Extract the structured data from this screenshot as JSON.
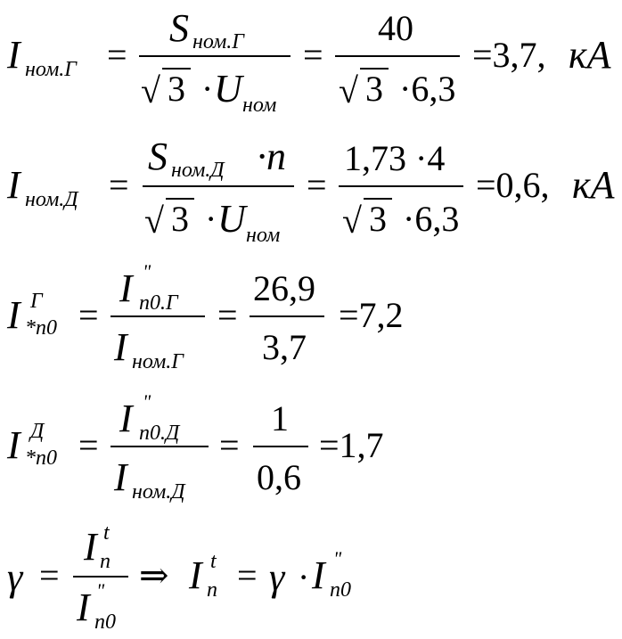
{
  "eq1": {
    "lhs_I": "I",
    "lhs_sub": "ном.Г",
    "eq1": "=",
    "num_S": "S",
    "num_S_sub": "ном.Г",
    "den_sqrt3": "3",
    "den_dot": "·",
    "den_U": "U",
    "den_U_sub": "ном",
    "eq2": "=",
    "num2": "40",
    "den2_sqrt3": "3",
    "den2_rest": "·6,3",
    "result": "=3,7,",
    "unit": "кА"
  },
  "eq2": {
    "lhs_I": "I",
    "lhs_sub": "ном.Д",
    "eq1": "=",
    "num_S": "S",
    "num_S_sub": "ном.Д",
    "num_rest": "·n",
    "den_sqrt3": "3",
    "den_dot": "·",
    "den_U": "U",
    "den_U_sub": "ном",
    "eq2": "=",
    "num2": "1,73 ·4",
    "den2_sqrt3": "3",
    "den2_rest": "·6,3",
    "result": "=0,6,",
    "unit": "кА"
  },
  "eq3": {
    "lhs_I": "I",
    "lhs_sup": "Г",
    "lhs_sub": "*п0",
    "eq1": "=",
    "num_I": "I",
    "num_sup": "\"",
    "num_sub": "п0.Г",
    "den_I": "I",
    "den_sub": "ном.Г",
    "eq2": "=",
    "num2": "26,9",
    "den2": "3,7",
    "result": "=7,2"
  },
  "eq4": {
    "lhs_I": "I",
    "lhs_sup": "Д",
    "lhs_sub": "*п0",
    "eq1": "=",
    "num_I": "I",
    "num_sup": "\"",
    "num_sub": "п0.Д",
    "den_I": "I",
    "den_sub": "ном.Д",
    "eq2": "=",
    "num2": "1",
    "den2": "0,6",
    "result": "=1,7"
  },
  "eq5": {
    "gamma": "γ",
    "eq1": "=",
    "num_I": "I",
    "num_sup": "t",
    "num_sub": "п",
    "den_I": "I",
    "den_sup": "\"",
    "den_sub": "п0",
    "arrow": "⇒",
    "rhs_I": "I",
    "rhs_sup": "t",
    "rhs_sub": "п",
    "eq2": "=",
    "gamma2": "γ",
    "dot": "·",
    "rhs2_I": "I",
    "rhs2_sup": "\"",
    "rhs2_sub": "п0"
  }
}
